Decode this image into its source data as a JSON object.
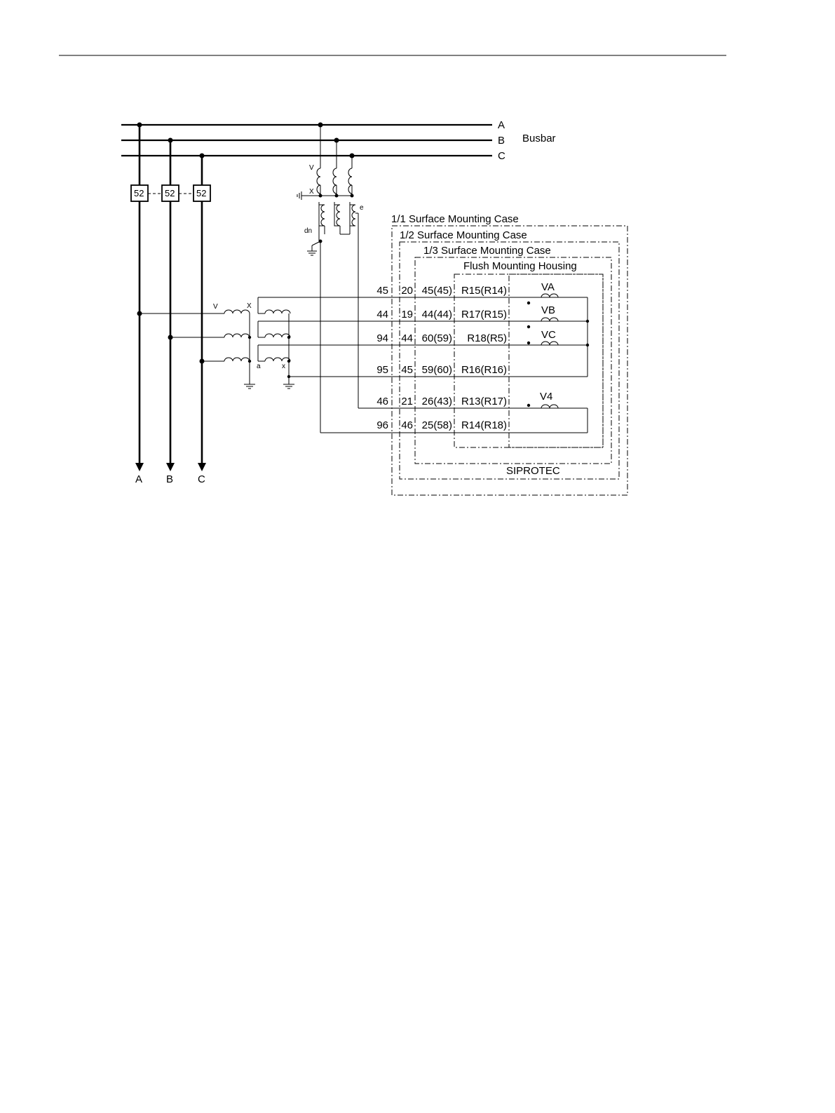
{
  "busbar": {
    "phases": [
      "A",
      "B",
      "C"
    ],
    "label": "Busbar",
    "outputs": [
      "A",
      "B",
      "C"
    ]
  },
  "breakers": [
    "52",
    "52",
    "52"
  ],
  "vt_top": {
    "v_label": "V",
    "x_label": "X",
    "dn_label": "dn",
    "e_label": "e"
  },
  "vt_side": {
    "v_label": "V",
    "x_label": "X",
    "a_label": "a",
    "xs_label": "x"
  },
  "cases": {
    "full": "1/1 Surface Mounting Case",
    "half": "1/2 Surface Mounting Case",
    "third": "1/3 Surface Mounting Case",
    "flush": "Flush Mounting Housing",
    "device": "SIPROTEC"
  },
  "terminals": [
    {
      "c1": "45",
      "c2": "20",
      "c3": "45(45)",
      "c4": "R15(R14)",
      "coil": "VA"
    },
    {
      "c1": "44",
      "c2": "19",
      "c3": "44(44)",
      "c4": "R17(R15)",
      "coil": "VB"
    },
    {
      "c1": "94",
      "c2": "44",
      "c3": "60(59)",
      "c4": "R18(R5)",
      "coil": "VC"
    },
    {
      "c1": "95",
      "c2": "45",
      "c3": "59(60)",
      "c4": "R16(R16)",
      "coil": ""
    },
    {
      "c1": "46",
      "c2": "21",
      "c3": "26(43)",
      "c4": "R13(R17)",
      "coil": "V4"
    },
    {
      "c1": "96",
      "c2": "46",
      "c3": "25(58)",
      "c4": "R14(R18)",
      "coil": ""
    }
  ]
}
